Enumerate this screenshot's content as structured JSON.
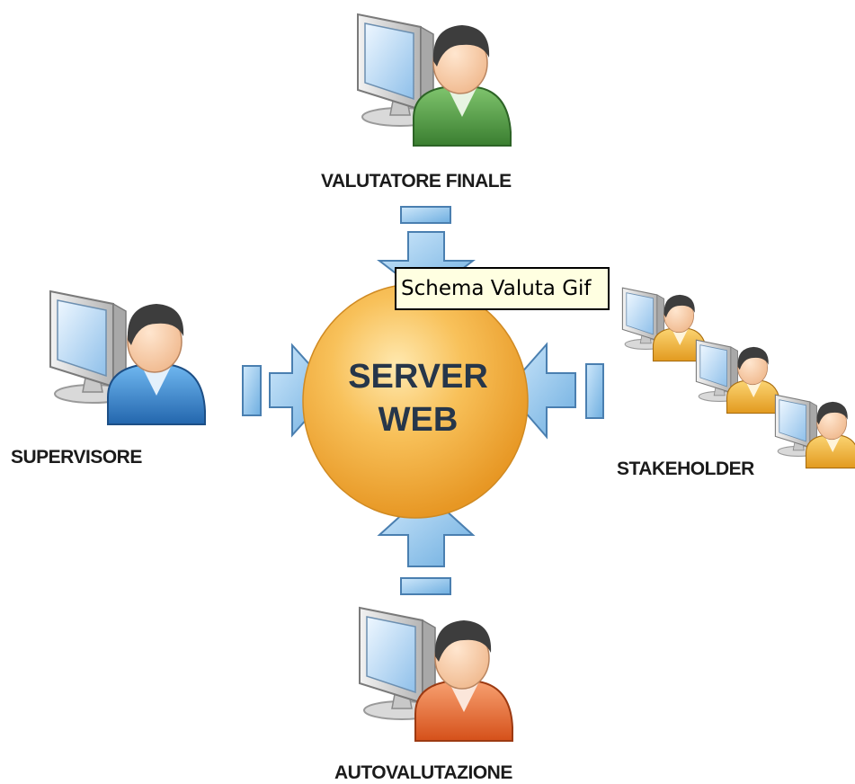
{
  "diagram": {
    "server": {
      "line1": "SERVER",
      "line2": "WEB"
    },
    "actors": {
      "top": "VALUTATORE FINALE",
      "left": "SUPERVISORE",
      "right": "STAKEHOLDER",
      "bottom": "AUTOVALUTAZIONE"
    },
    "tooltip": "Schema Valuta Gif",
    "colors": {
      "server": "#f5ad3c",
      "arrow": "#8cc4ec",
      "shirt_top": "#5aa34a",
      "shirt_left": "#3d8fd6",
      "shirt_right": "#f2b33a",
      "shirt_bottom": "#e86a2c"
    },
    "icons": [
      "user-workstation-icon"
    ]
  }
}
